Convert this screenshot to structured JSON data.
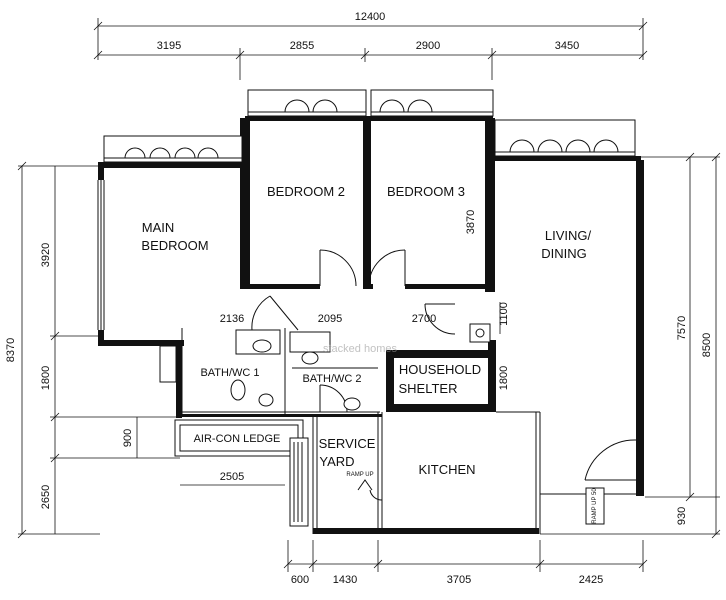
{
  "dimensions": {
    "total_width": "12400",
    "top": [
      "3195",
      "2855",
      "2900",
      "3450"
    ],
    "bottom": [
      "600",
      "1430",
      "3705",
      "2425"
    ],
    "left_outer": "8370",
    "left_inner": [
      "3920",
      "1800",
      "900",
      "2650"
    ],
    "right": [
      "7570",
      "8500",
      "930"
    ],
    "interior": [
      "3870",
      "1800",
      "1100",
      "2505",
      "2136",
      "2095",
      "2700"
    ]
  },
  "rooms": {
    "main_bedroom": [
      "MAIN",
      "BEDROOM"
    ],
    "bedroom_2": "BEDROOM 2",
    "bedroom_3": "BEDROOM 3",
    "living_dining": [
      "LIVING/",
      "DINING"
    ],
    "bath_1": "BATH/WC 1",
    "bath_2": "BATH/WC 2",
    "household_shelter": [
      "HOUSEHOLD",
      "SHELTER"
    ],
    "aircon_ledge": "AIR-CON LEDGE",
    "service_yard": [
      "SERVICE",
      "YARD"
    ],
    "kitchen": "KITCHEN"
  },
  "annotations": {
    "ramp_up": "RAMP UP",
    "ramp_up_entrance": "RAMP UP 50",
    "watermark": "stacked homes"
  }
}
